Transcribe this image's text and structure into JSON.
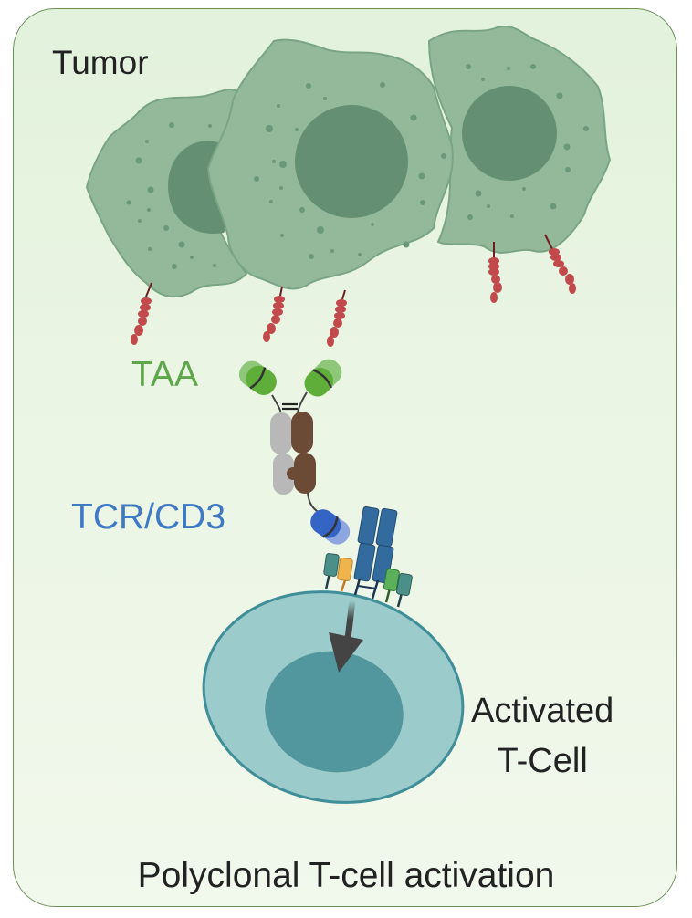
{
  "diagram": {
    "title": "Polyclonal T-cell activation",
    "labels": {
      "tumor": "Tumor",
      "antigen": "TAA",
      "receptor": "TCR/CD3",
      "tcell_line1": "Activated",
      "tcell_line2": "T-Cell"
    },
    "colors": {
      "background": "#e6f3df",
      "border": "#6e8f5a",
      "tumor_cell": "#93b99a",
      "tumor_nucleus": "#648f73",
      "antigen_chain": "#c24a4c",
      "antigen_label": "#5ea64a",
      "receptor_label": "#3e79c6",
      "tcell": "#9ccbcb",
      "tcell_nucleus": "#52979e",
      "antibody_light": "#b8b8b8",
      "antibody_heavy": "#6b4a36",
      "binder_green": "#5fae3a",
      "binder_blue": "#3565c4"
    },
    "elements": {
      "tumor_cells": [
        "tumor-cell-left",
        "tumor-cell-center",
        "tumor-cell-right"
      ],
      "antigen_chains": 5,
      "tcell_receptors": [
        "teal",
        "orange",
        "tcr-dimer",
        "green",
        "teal"
      ]
    }
  }
}
